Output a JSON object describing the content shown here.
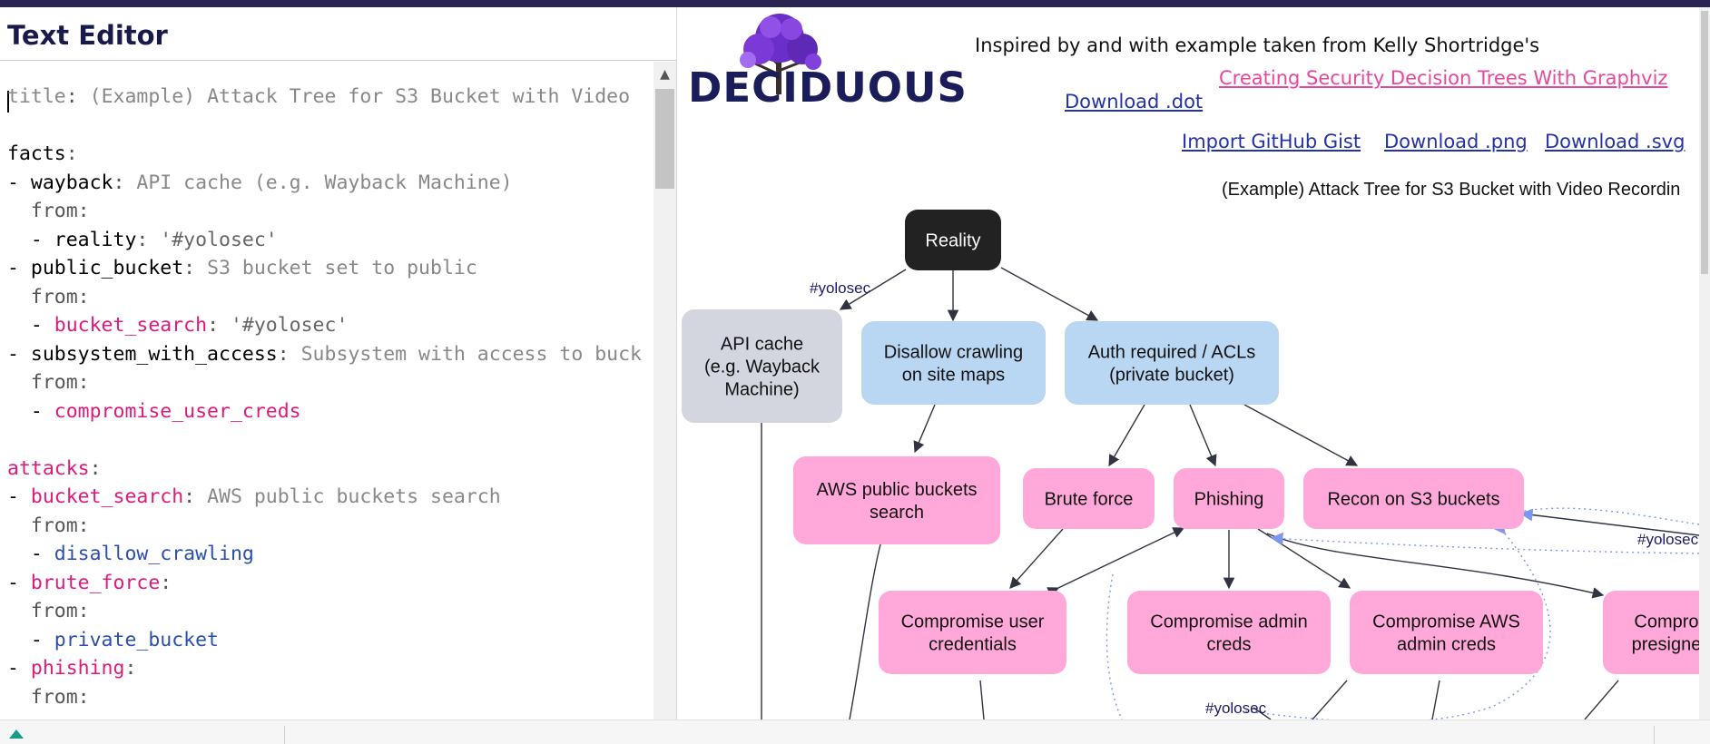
{
  "editor": {
    "title": "Text Editor",
    "lines": [
      {
        "indent": "",
        "key": "title",
        "sep": ": ",
        "value": "(Example) Attack Tree for S3 Bucket with Video",
        "kcolor": "#888888",
        "vcolor": "#888888"
      },
      {
        "indent": "",
        "key": "",
        "sep": "",
        "value": "",
        "kcolor": "#000000",
        "vcolor": "#000000"
      },
      {
        "indent": "",
        "key": "facts",
        "sep": ":",
        "value": "",
        "kcolor": "#000000",
        "vcolor": "#888888"
      },
      {
        "indent": "- ",
        "key": "wayback",
        "sep": ": ",
        "value": "API cache (e.g. Wayback Machine)",
        "kcolor": "#000000",
        "vcolor": "#888888"
      },
      {
        "indent": "  ",
        "key": "from",
        "sep": ":",
        "value": "",
        "kcolor": "#555555",
        "vcolor": "#888888"
      },
      {
        "indent": "  - ",
        "key": "reality",
        "sep": ": ",
        "value": "'#yolosec'",
        "kcolor": "#000000",
        "vcolor": "#666666"
      },
      {
        "indent": "- ",
        "key": "public_bucket",
        "sep": ": ",
        "value": "S3 bucket set to public",
        "kcolor": "#000000",
        "vcolor": "#888888"
      },
      {
        "indent": "  ",
        "key": "from",
        "sep": ":",
        "value": "",
        "kcolor": "#555555",
        "vcolor": "#888888"
      },
      {
        "indent": "  - ",
        "key": "bucket_search",
        "sep": ": ",
        "value": "'#yolosec'",
        "kcolor": "#e0197a",
        "vcolor": "#666666"
      },
      {
        "indent": "- ",
        "key": "subsystem_with_access",
        "sep": ": ",
        "value": "Subsystem with access to buck",
        "kcolor": "#000000",
        "vcolor": "#888888"
      },
      {
        "indent": "  ",
        "key": "from",
        "sep": ":",
        "value": "",
        "kcolor": "#555555",
        "vcolor": "#888888"
      },
      {
        "indent": "  - ",
        "key": "compromise_user_creds",
        "sep": "",
        "value": "",
        "kcolor": "#e0197a",
        "vcolor": "#888888"
      },
      {
        "indent": "",
        "key": "",
        "sep": "",
        "value": "",
        "kcolor": "#000000",
        "vcolor": "#000000"
      },
      {
        "indent": "",
        "key": "attacks",
        "sep": ":",
        "value": "",
        "kcolor": "#e0197a",
        "vcolor": "#888888"
      },
      {
        "indent": "- ",
        "key": "bucket_search",
        "sep": ": ",
        "value": "AWS public buckets search",
        "kcolor": "#e0197a",
        "vcolor": "#888888"
      },
      {
        "indent": "  ",
        "key": "from",
        "sep": ":",
        "value": "",
        "kcolor": "#555555",
        "vcolor": "#888888"
      },
      {
        "indent": "  - ",
        "key": "disallow_crawling",
        "sep": "",
        "value": "",
        "kcolor": "#2a4fb0",
        "vcolor": "#888888"
      },
      {
        "indent": "- ",
        "key": "brute_force",
        "sep": ":",
        "value": "",
        "kcolor": "#e0197a",
        "vcolor": "#888888"
      },
      {
        "indent": "  ",
        "key": "from",
        "sep": ":",
        "value": "",
        "kcolor": "#555555",
        "vcolor": "#888888"
      },
      {
        "indent": "  - ",
        "key": "private_bucket",
        "sep": "",
        "value": "",
        "kcolor": "#2a4fb0",
        "vcolor": "#888888"
      },
      {
        "indent": "- ",
        "key": "phishing",
        "sep": ":",
        "value": "",
        "kcolor": "#e0197a",
        "vcolor": "#888888"
      },
      {
        "indent": "  ",
        "key": "from",
        "sep": ":",
        "value": "",
        "kcolor": "#555555",
        "vcolor": "#888888"
      }
    ]
  },
  "header": {
    "logo_text": "DECIDUOUS",
    "inspired_text": "Inspired by and with example taken from Kelly Shortridge's",
    "article_link": "Creating Security Decision Trees With Graphviz",
    "download_dot": "Download .dot",
    "import_gist": "Import GitHub Gist",
    "download_png": "Download .png",
    "download_svg": "Download .svg"
  },
  "graph": {
    "title": "(Example) Attack Tree for S3 Bucket with Video Recordin",
    "colors": {
      "reality": "#222222",
      "fact": "#d3d6df",
      "mitigation": "#b9d6f2",
      "attack": "#ffa8d9",
      "edge": "#2f3440",
      "edge_dotted": "#7d96f0"
    },
    "nodes": {
      "reality": "Reality",
      "api_cache": "API cache\n(e.g. Wayback\nMachine)",
      "disallow_crawling": "Disallow crawling\non site maps",
      "auth_required": "Auth required / ACLs\n(private bucket)",
      "aws_search": "AWS public buckets\nsearch",
      "brute_force": "Brute force",
      "phishing": "Phishing",
      "recon": "Recon on S3 buckets",
      "compromise_user": "Compromise user\ncredentials",
      "compromise_admin": "Compromise admin\ncreds",
      "compromise_aws": "Compromise AWS\nadmin creds",
      "compromise_presigned": "Compro\npresigne"
    },
    "edge_labels": {
      "e1": "#yolosec",
      "e2": "#yolosec",
      "e3": "#yolosec"
    }
  }
}
